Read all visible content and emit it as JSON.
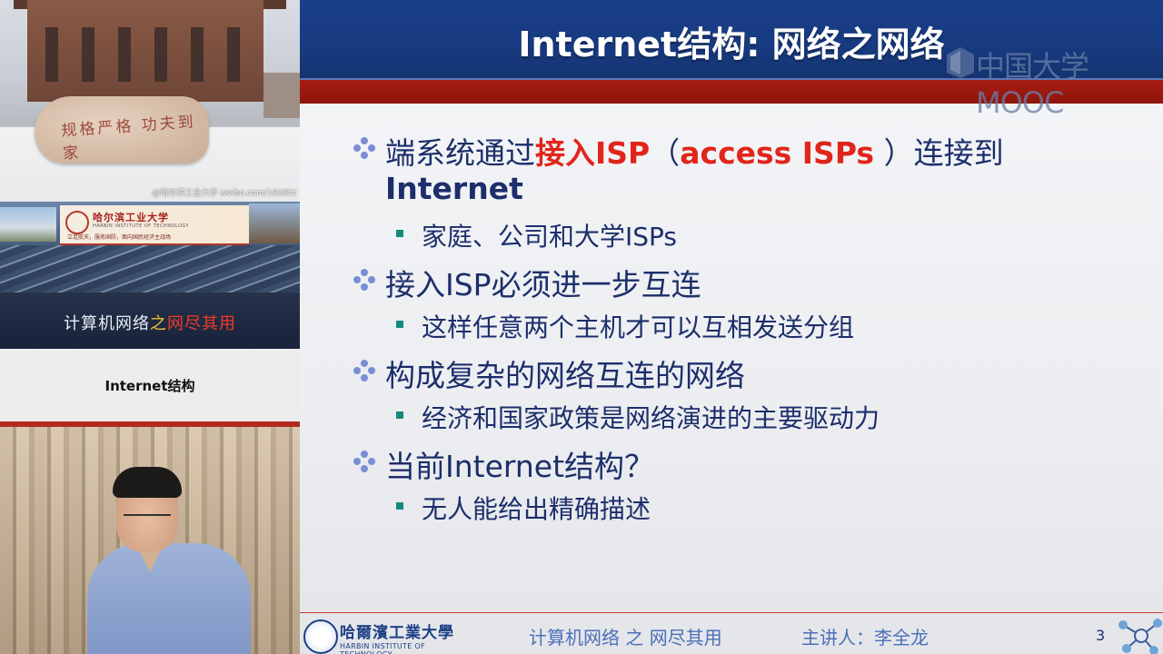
{
  "left_panel": {
    "photo_watermark": "@哈尔滨工业大学 weibo.com/1920ht",
    "rock_inscription": "规格严格 功夫到家",
    "banner_school_cn": "哈尔滨工业大学",
    "banner_school_en": "HARBIN INSTITUTE OF TECHNOLOGY",
    "banner_tagline": "立足航天，服务国防，面向国民经济主战场",
    "course_title_part1": "计算机网络",
    "course_title_part2": "之",
    "course_title_part3": "网尽其用",
    "section_label": "Internet结构"
  },
  "slide": {
    "title": "Internet结构: 网络之网络",
    "watermark": "中国大学MOOC",
    "bullets": [
      {
        "line1_prefix": "端系统通过",
        "line1_highlight1": "接入ISP",
        "line1_middle": "（",
        "line1_highlight2": "access ISPs",
        "line1_suffix": " ）连接到",
        "line2": "Internet",
        "subs": [
          "家庭、公司和大学ISPs"
        ]
      },
      {
        "text": "接入ISP必须进一步互连",
        "subs": [
          "这样任意两个主机才可以互相发送分组"
        ]
      },
      {
        "text": "构成复杂的网络互连的网络",
        "subs": [
          "经济和国家政策是网络演进的主要驱动力"
        ]
      },
      {
        "text": "当前Internet结构？",
        "subs": [
          "无人能给出精确描述"
        ]
      }
    ],
    "footer": {
      "school_cn": "哈爾濱工業大學",
      "school_en": "HARBIN INSTITUTE OF TECHNOLOGY",
      "course": "计算机网络 之 网尽其用",
      "lecturer": "主讲人：李全龙",
      "page": "3"
    }
  },
  "colors": {
    "header_blue": "#1b3f88",
    "red_band": "#a71d12",
    "text_navy": "#1c2e6b",
    "highlight_red": "#e1251b",
    "bullet_teal": "#138a7e"
  }
}
